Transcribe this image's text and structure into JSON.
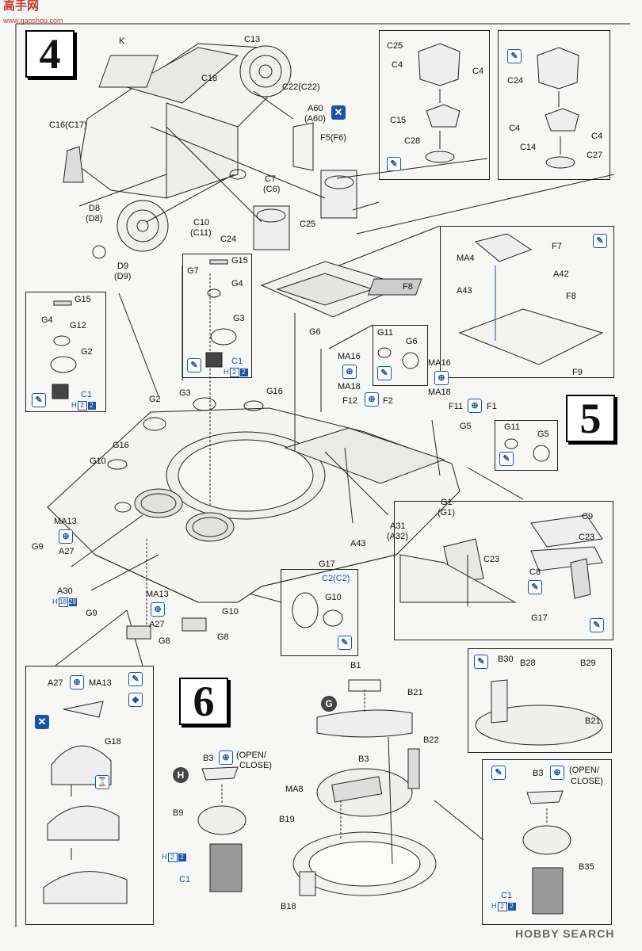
{
  "watermark_top": {
    "brand": "高手网",
    "url": "www.gaoshou.com"
  },
  "watermark_bottom": "HOBBY SEARCH",
  "steps": {
    "step4": "4",
    "step5": "5",
    "step6": "6"
  },
  "circle_markers": {
    "g": "G",
    "h": "H"
  },
  "glue_symbol": "✕",
  "step4_labels": {
    "k": "K",
    "c13": "C13",
    "c18": "C18",
    "c22": "C22(C22)",
    "a60": "A60",
    "a60b": "(A60)",
    "c16": "C16(C17)",
    "f5": "F5(F6)",
    "c7": "C7",
    "c6": "(C6)",
    "d8": "D8",
    "d8b": "(D8)",
    "c10": "C10",
    "c11": "(C11)",
    "d9": "D9",
    "d9b": "(D9)",
    "c24": "C24",
    "c25": "C25"
  },
  "inset_c25": {
    "c25": "C25",
    "c4a": "C4",
    "c4b": "C4",
    "c15": "C15",
    "c28": "C28"
  },
  "inset_c24": {
    "c24": "C24",
    "c4a": "C4",
    "c4b": "C4",
    "c14": "C14",
    "c27": "C27"
  },
  "inset_f7": {
    "f7": "F7",
    "ma4": "MA4",
    "a42": "A42",
    "a43": "A43",
    "f8": "F8",
    "f9": "F9"
  },
  "inset_g15_left": {
    "g15": "G15",
    "g4": "G4",
    "g12": "G12",
    "g2": "G2",
    "c1": "C1",
    "paint_h": "H",
    "n1": "2",
    "n2": "2"
  },
  "inset_g15_mid": {
    "g15": "G15",
    "g7": "G7",
    "g4": "G4",
    "g3": "G3",
    "c1": "C1",
    "paint_h": "H",
    "n1": "2",
    "n2": "2"
  },
  "inset_g11": {
    "g11": "G11",
    "g6": "G6"
  },
  "step5_labels": {
    "f8": "F8",
    "g6": "G6",
    "ma16a": "MA16",
    "ma18a": "MA18",
    "f12": "F12",
    "f2": "F2",
    "ma16b": "MA16",
    "ma18b": "MA18",
    "f11": "F11",
    "f1": "F1",
    "g5": "G5",
    "g2": "G2",
    "g3": "G3",
    "g16a": "G16",
    "g16b": "G16",
    "g10a": "G10",
    "ma13": "MA13",
    "a27": "A27",
    "g9a": "G9",
    "a30": "A30",
    "a30_h": "H",
    "a30_n1": "18",
    "a30_n2": "28",
    "g9b": "G9",
    "ma13b": "MA13",
    "a27b": "A27",
    "g8a": "G8",
    "g8b": "G8",
    "g10b": "G10",
    "g17": "G17",
    "a43": "A43",
    "a31": "A31",
    "a32": "(A32)",
    "g1": "G1",
    "g1b": "(G1)"
  },
  "inset_g5": {
    "g11": "G11",
    "g5": "G5"
  },
  "inset_c9": {
    "c9": "C9",
    "c23a": "C23",
    "c23b": "C23",
    "c8": "C8",
    "g17": "G17"
  },
  "inset_c2": {
    "c2": "C2(C2)",
    "g10": "G10"
  },
  "inset_a27": {
    "a27": "A27",
    "ma13": "MA13",
    "g18": "G18"
  },
  "inset_b30": {
    "b30": "B30",
    "b28": "B28",
    "b29": "B29",
    "b21": "B21"
  },
  "step6_labels": {
    "b1": "B1",
    "b21": "B21",
    "b22": "B22",
    "b3": "B3",
    "ma8": "MA8",
    "b19": "B19",
    "b18": "B18",
    "b3h": "B3",
    "openclose": "(OPEN/",
    "openclose2": "CLOSE)",
    "b9": "B9",
    "c1": "C1",
    "paint_h": "H",
    "n1": "2",
    "n2": "2"
  },
  "inset_b35": {
    "b3": "B3",
    "open": "(OPEN/",
    "close": "CLOSE)",
    "b35": "B35",
    "c1": "C1",
    "paint_h": "H",
    "n1": "2",
    "n2": "2"
  }
}
